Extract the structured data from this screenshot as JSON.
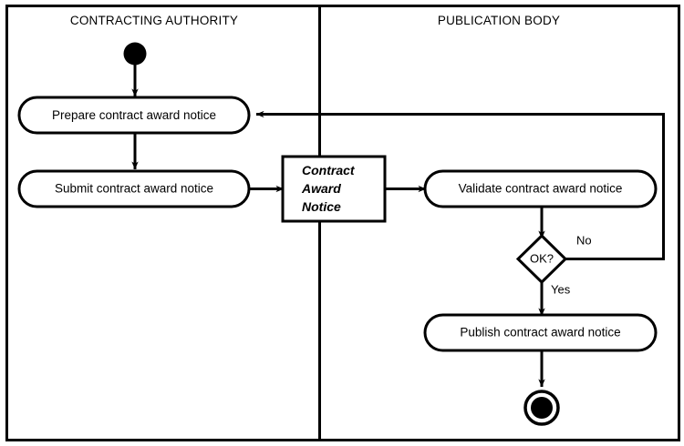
{
  "diagram": {
    "type": "uml-activity-diagram",
    "colors": {
      "stroke": "#000000",
      "fill": "#ffffff",
      "background": "#ffffff"
    },
    "lanes": [
      {
        "id": "contracting-authority",
        "title": "CONTRACTING AUTHORITY"
      },
      {
        "id": "publication-body",
        "title": "PUBLICATION BODY"
      }
    ],
    "nodes": {
      "initial": {
        "kind": "initial-node",
        "label": ""
      },
      "prepare": {
        "kind": "activity",
        "label": "Prepare contract award notice"
      },
      "submit": {
        "kind": "activity",
        "label": "Submit contract award notice"
      },
      "object": {
        "kind": "object-node",
        "lines": [
          "Contract",
          "Award",
          "Notice"
        ],
        "label": "Contract Award Notice"
      },
      "validate": {
        "kind": "activity",
        "label": "Validate contract award notice"
      },
      "decision": {
        "kind": "decision",
        "label": "OK?"
      },
      "publish": {
        "kind": "activity",
        "label": "Publish contract award notice"
      },
      "final": {
        "kind": "final-node",
        "label": ""
      }
    },
    "guards": {
      "no": "No",
      "yes": "Yes"
    }
  }
}
